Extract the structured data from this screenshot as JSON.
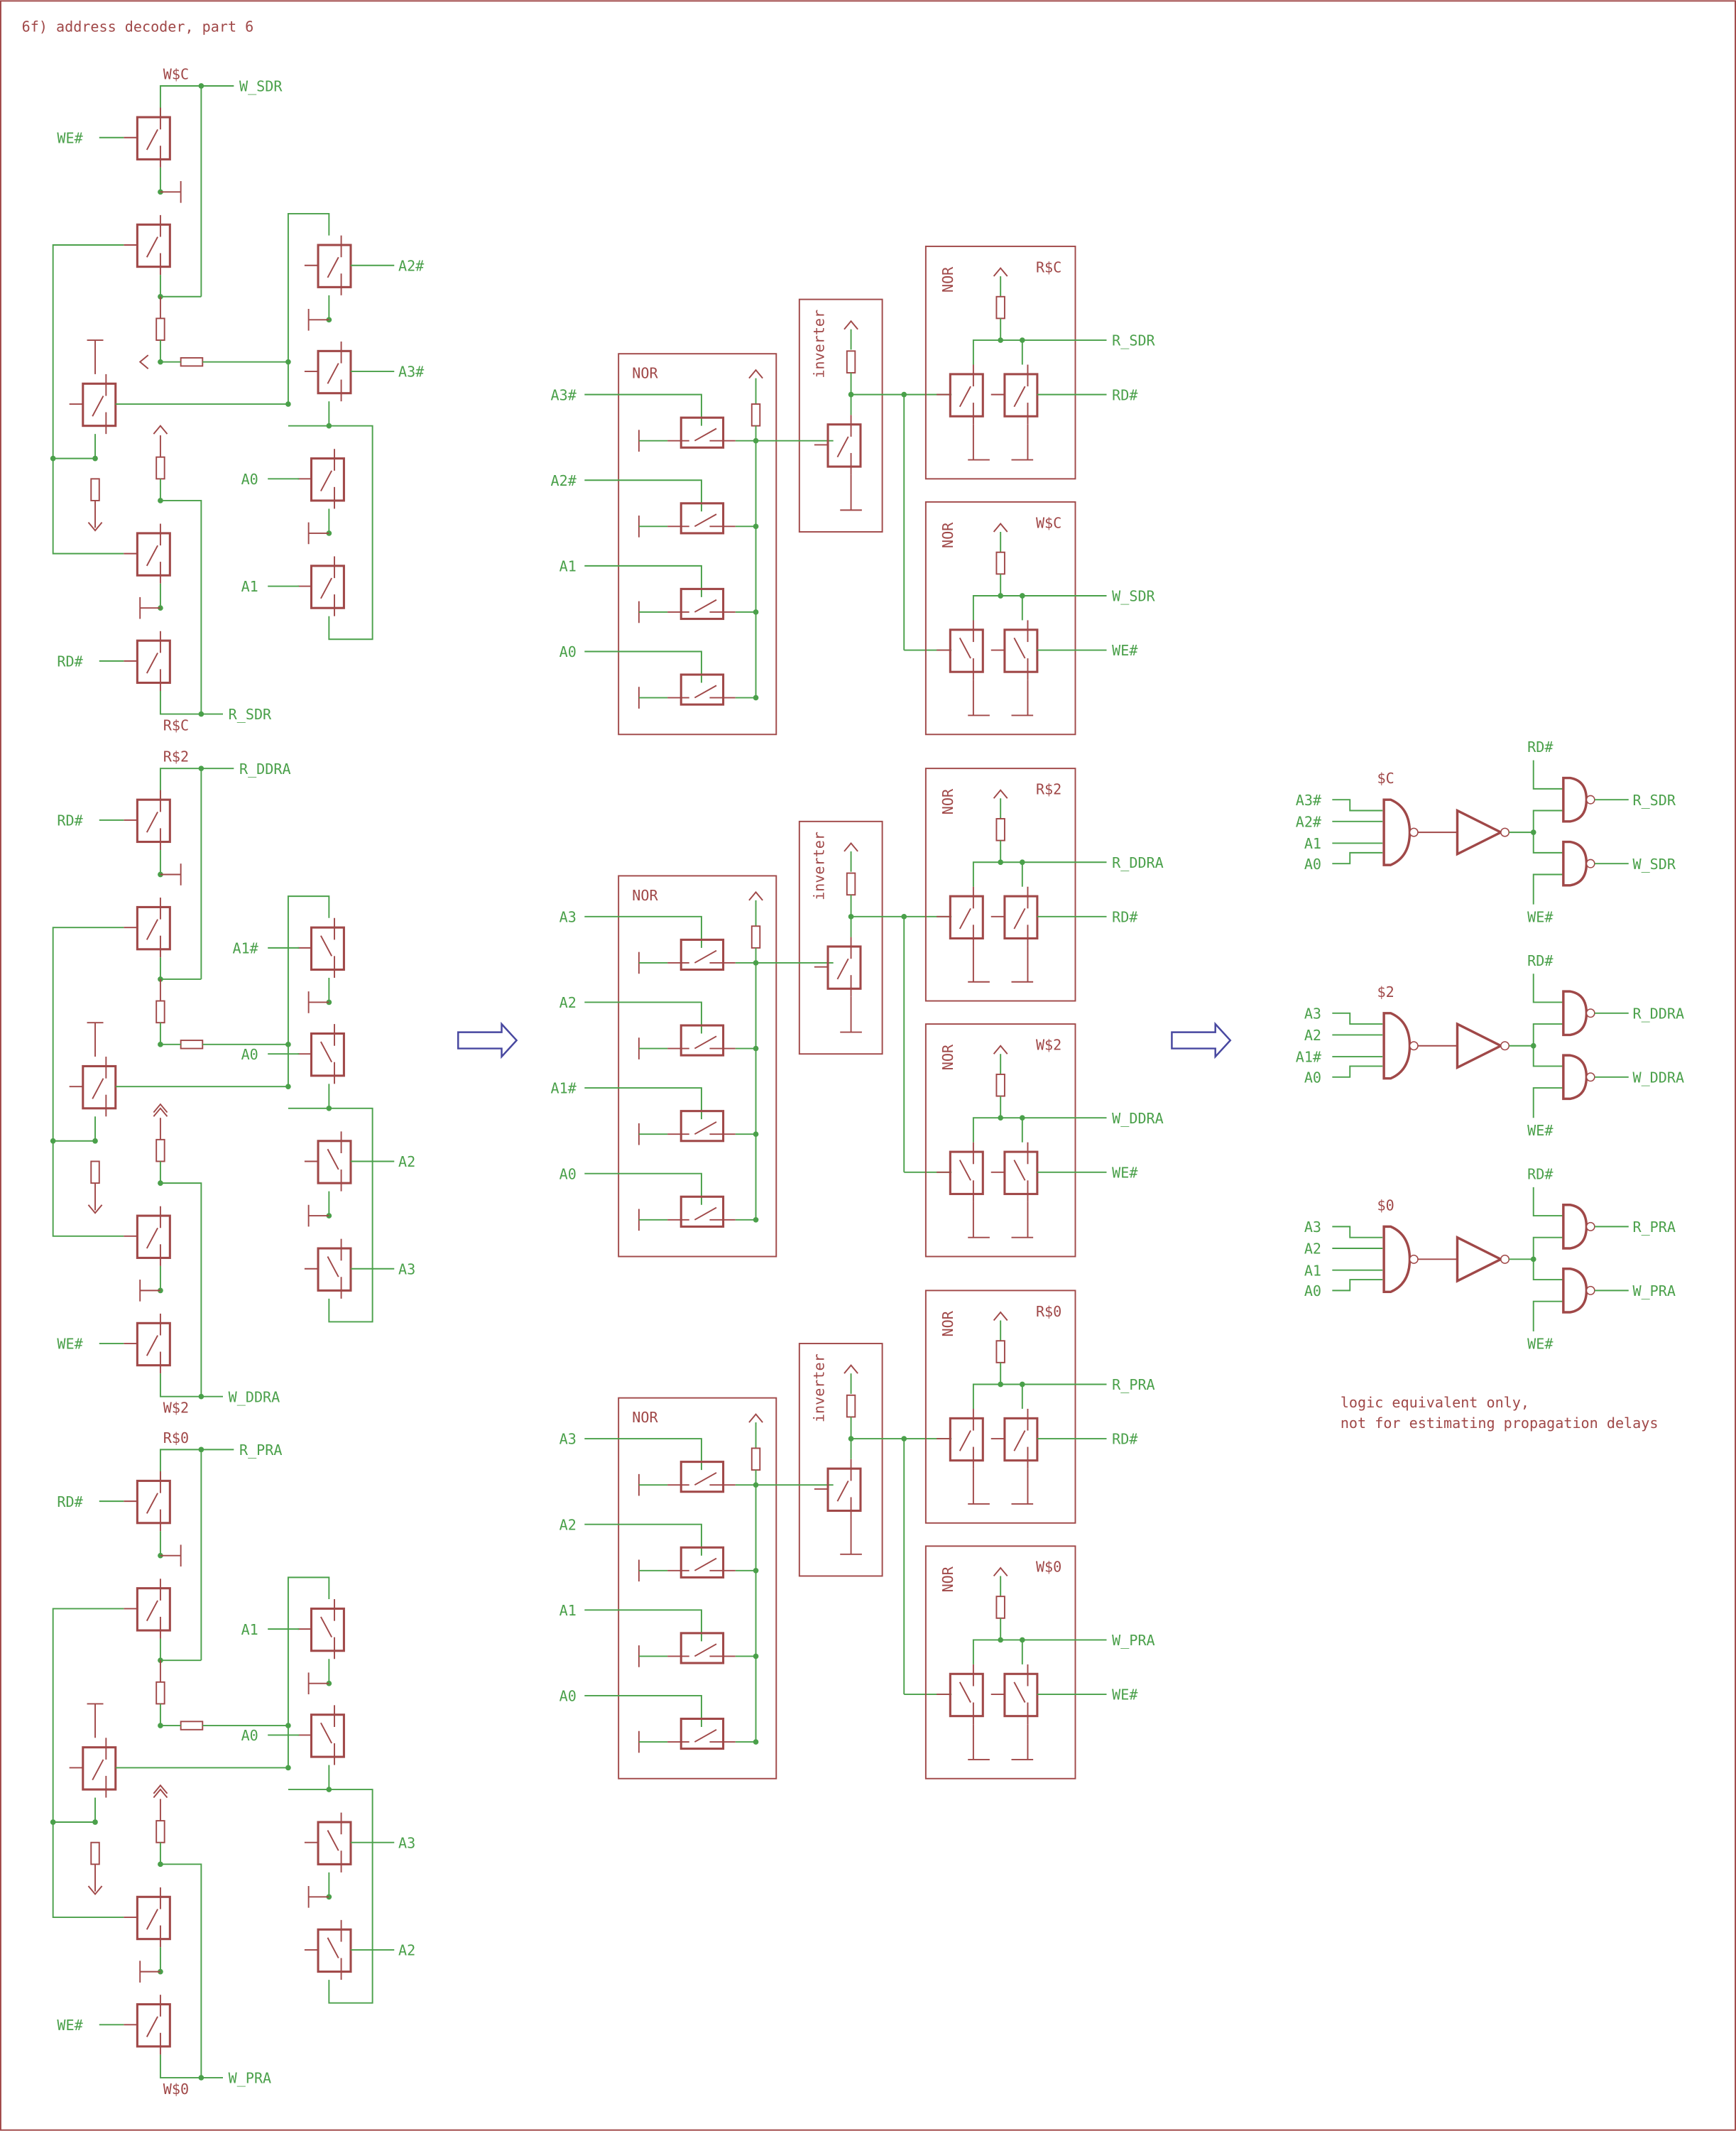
{
  "title": "6f) address decoder, part 6",
  "note": [
    "logic equivalent only,",
    "not for estimating propagation delays"
  ],
  "colors": {
    "wire": "#4aa04a",
    "component": "#a04848",
    "arrow": "#4848a0",
    "background": "#ffffff"
  },
  "left_relay_circuits": [
    {
      "id": "C",
      "top_node": "W$C",
      "top_output": "W_SDR",
      "top_input": "WE#",
      "bottom_node": "R$C",
      "bottom_output": "R_SDR",
      "bottom_input": "RD#",
      "address_inputs": [
        "A2#",
        "A3#",
        "A0",
        "A1"
      ]
    },
    {
      "id": "2",
      "top_node": "R$2",
      "top_output": "R_DDRA",
      "top_input": "RD#",
      "bottom_node": "W$2",
      "bottom_output": "W_DDRA",
      "bottom_input": "WE#",
      "address_inputs": [
        "A1#",
        "A0",
        "A2",
        "A3"
      ]
    },
    {
      "id": "0",
      "top_node": "R$0",
      "top_output": "R_PRA",
      "top_input": "RD#",
      "bottom_node": "W$0",
      "bottom_output": "W_PRA",
      "bottom_input": "WE#",
      "address_inputs": [
        "A1",
        "A0",
        "A3",
        "A2"
      ]
    }
  ],
  "middle_circuits": [
    {
      "nor_label": "NOR",
      "inverter_label": "inverter",
      "inputs": [
        "A3#",
        "A2#",
        "A1",
        "A0"
      ],
      "read_block": {
        "type": "NOR",
        "node": "R$C",
        "output": "R_SDR",
        "input": "RD#"
      },
      "write_block": {
        "type": "NOR",
        "node": "W$C",
        "output": "W_SDR",
        "input": "WE#"
      }
    },
    {
      "nor_label": "NOR",
      "inverter_label": "inverter",
      "inputs": [
        "A3",
        "A2",
        "A1#",
        "A0"
      ],
      "read_block": {
        "type": "NOR",
        "node": "R$2",
        "output": "R_DDRA",
        "input": "RD#"
      },
      "write_block": {
        "type": "NOR",
        "node": "W$2",
        "output": "W_DDRA",
        "input": "WE#"
      }
    },
    {
      "nor_label": "NOR",
      "inverter_label": "inverter",
      "inputs": [
        "A3",
        "A2",
        "A1",
        "A0"
      ],
      "read_block": {
        "type": "NOR",
        "node": "R$0",
        "output": "R_PRA",
        "input": "RD#"
      },
      "write_block": {
        "type": "NOR",
        "node": "W$0",
        "output": "W_PRA",
        "input": "WE#"
      }
    }
  ],
  "logic_equivalents": [
    {
      "label": "$C",
      "inputs": [
        "A3#",
        "A2#",
        "A1",
        "A0"
      ],
      "read_input": "RD#",
      "write_input": "WE#",
      "outputs": [
        "R_SDR",
        "W_SDR"
      ]
    },
    {
      "label": "$2",
      "inputs": [
        "A3",
        "A2",
        "A1#",
        "A0"
      ],
      "read_input": "RD#",
      "write_input": "WE#",
      "outputs": [
        "R_DDRA",
        "W_DDRA"
      ]
    },
    {
      "label": "$0",
      "inputs": [
        "A3",
        "A2",
        "A1",
        "A0"
      ],
      "read_input": "RD#",
      "write_input": "WE#",
      "outputs": [
        "R_PRA",
        "W_PRA"
      ]
    }
  ],
  "transition_arrows": [
    "right-arrow-icon",
    "right-arrow-icon"
  ]
}
